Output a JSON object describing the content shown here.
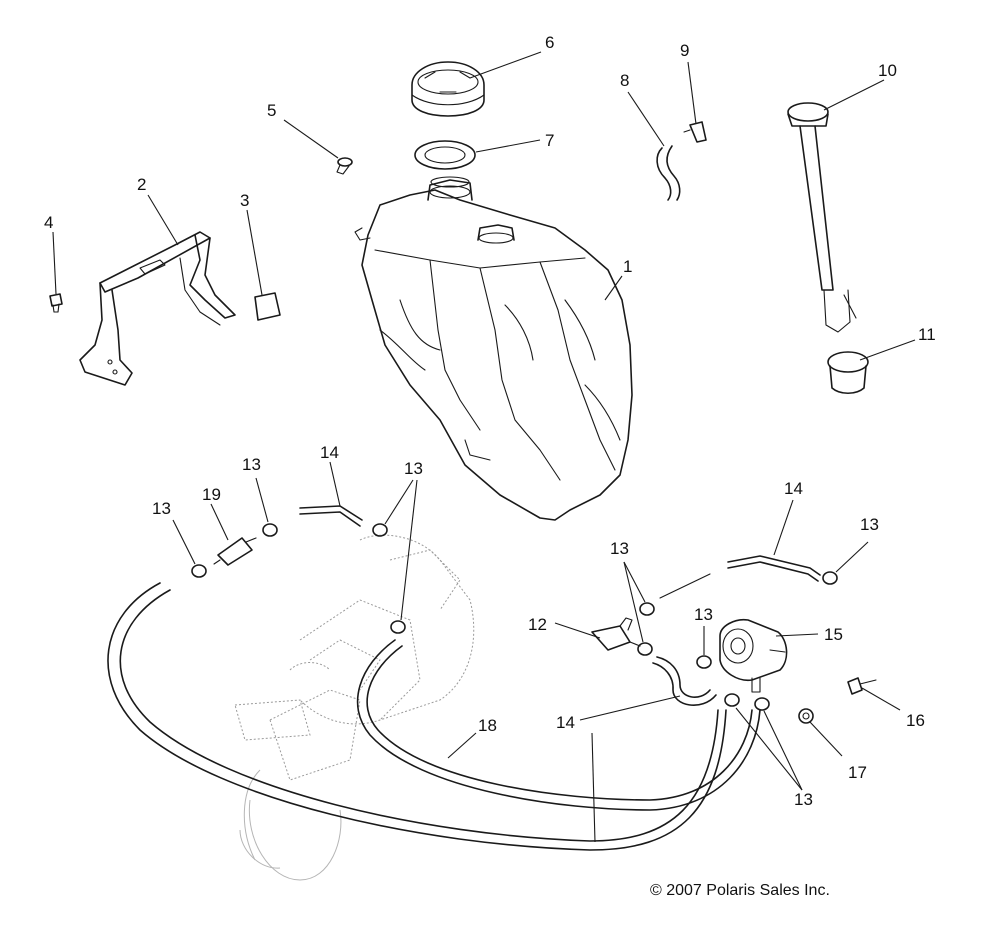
{
  "diagram": {
    "callouts": [
      "1",
      "2",
      "3",
      "4",
      "5",
      "6",
      "7",
      "8",
      "9",
      "10",
      "11",
      "12",
      "13",
      "14",
      "15",
      "16",
      "17",
      "18",
      "19"
    ]
  },
  "footer": {
    "copyright": "© 2007 Polaris Sales Inc."
  }
}
